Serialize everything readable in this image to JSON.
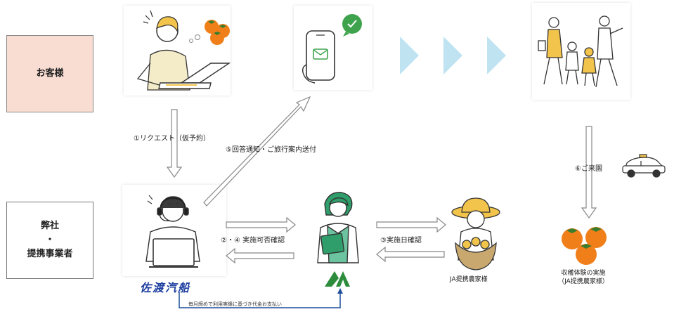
{
  "actors": {
    "customer": "お客様",
    "company_line1": "弊社",
    "company_line2": "・",
    "company_line3": "提携事業者"
  },
  "steps": {
    "step1": "①リクエスト（仮予約）",
    "step24": "②・④ 実施可否確認",
    "step3": "③実施日確認",
    "step5": "⑤回答通知・ご旅行案内送付",
    "step6": "⑥ご来園"
  },
  "labels": {
    "ferry_company": "佐渡汽船",
    "ja_logo": "JA",
    "ja_farmer": "JA提携農家様",
    "harvest_line1": "収穫体験の実施",
    "harvest_line2": "（JA提携農家様）",
    "payment_note": "毎月締めで利用実績に基づき代金お支払い"
  },
  "colors": {
    "customer_box": "#f9ddd3",
    "arrow_blue": "#bfe3f1",
    "check_green": "#3fa34d",
    "persimmon": "#f07f1a",
    "ja_green": "#2c8c3c",
    "ferry_blue": "#1f3fa0"
  },
  "icons": [
    "laptop-customer-icon",
    "persimmon-icon",
    "smartphone-icon",
    "check-icon",
    "mail-icon",
    "family-walking-icon",
    "operator-headset-icon",
    "ja-staff-icon",
    "farmer-icon",
    "taxi-icon",
    "chevron-right-icon"
  ]
}
